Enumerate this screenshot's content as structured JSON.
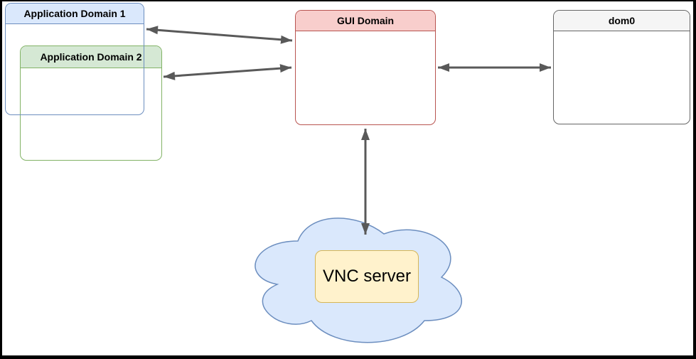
{
  "diagram": {
    "kind": "xen-gui-architecture-diagram",
    "nodes": {
      "app_domain_1": {
        "label": "Application Domain 1",
        "header_fill": "#dae8fc",
        "border": "#6c8ebf"
      },
      "app_domain_2": {
        "label": "Application Domain 2",
        "header_fill": "#d5e8d4",
        "border": "#82b366"
      },
      "gui_domain": {
        "label": "GUI Domain",
        "header_fill": "#f8cecc",
        "border": "#b85450"
      },
      "dom0": {
        "label": "dom0",
        "header_fill": "#f5f5f5",
        "border": "#666666"
      },
      "cloud": {
        "shape": "cloud",
        "fill": "#dae8fc",
        "border": "#6c8ebf"
      },
      "vnc_server": {
        "label": "VNC server",
        "fill": "#fff2cc",
        "border": "#d6b656"
      }
    },
    "edges": [
      {
        "from": "app_domain_1",
        "to": "gui_domain",
        "type": "bidirectional-arrow"
      },
      {
        "from": "app_domain_2",
        "to": "gui_domain",
        "type": "bidirectional-arrow"
      },
      {
        "from": "gui_domain",
        "to": "dom0",
        "type": "bidirectional-arrow"
      },
      {
        "from": "gui_domain",
        "to": "cloud",
        "type": "bidirectional-arrow"
      }
    ],
    "arrow_color": "#595959"
  }
}
